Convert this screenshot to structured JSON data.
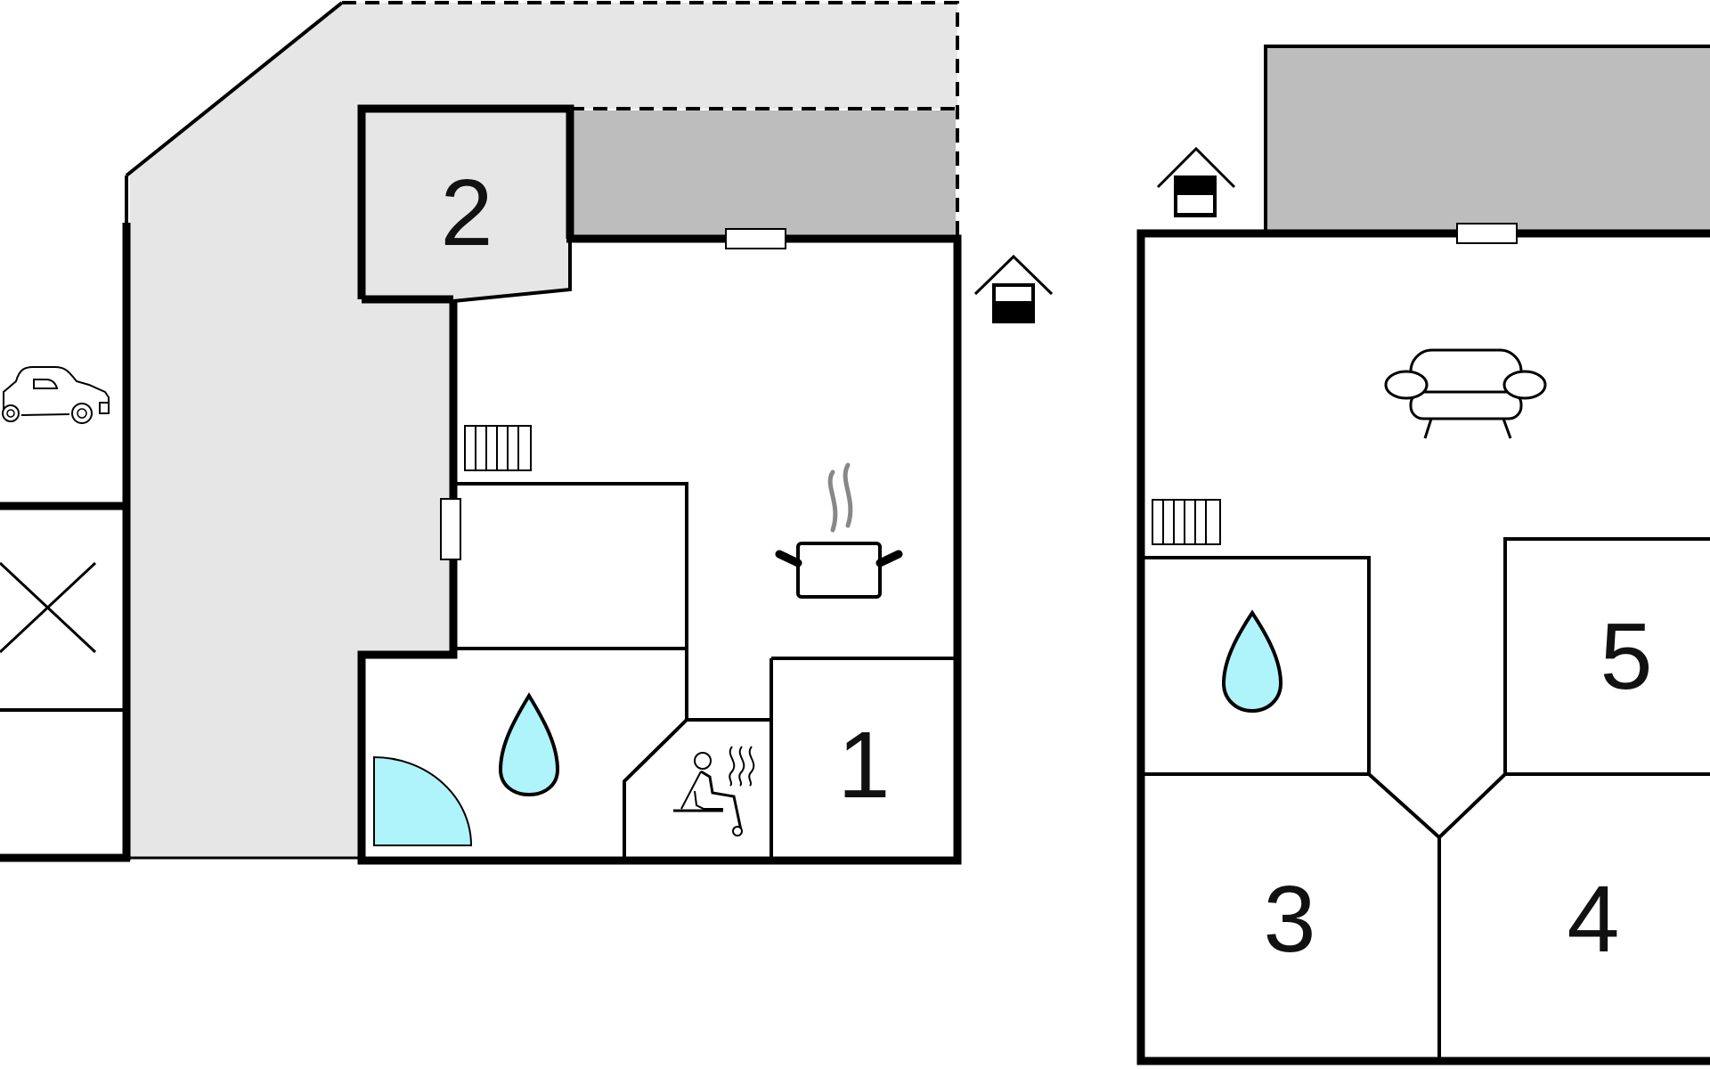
{
  "plan": {
    "rooms": [
      {
        "id": "room-1",
        "label": "1"
      },
      {
        "id": "room-2",
        "label": "2"
      },
      {
        "id": "room-3",
        "label": "3"
      },
      {
        "id": "room-4",
        "label": "4"
      },
      {
        "id": "room-5",
        "label": "5"
      }
    ],
    "icons": [
      "car-icon",
      "cross-icon",
      "radiator-icon",
      "cooking-pot-icon",
      "entrance-icon",
      "water-drop-icon",
      "shower-icon",
      "sauna-icon",
      "sofa-icon"
    ],
    "colors": {
      "wall": "#000000",
      "terrace_light": "#e6e6e6",
      "terrace_dark": "#bdbdbd",
      "water": "#aef4fa"
    }
  }
}
